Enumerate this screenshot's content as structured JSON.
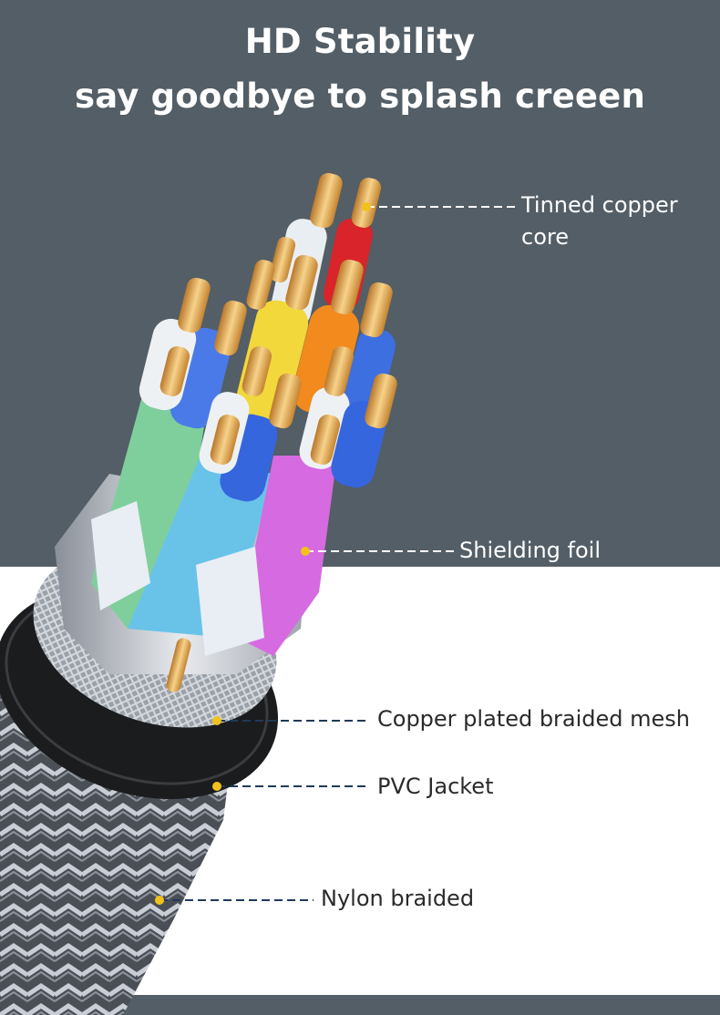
{
  "header": {
    "line1": "HD Stability",
    "line2": "say goodbye to splash creeen"
  },
  "callouts": {
    "tinned_copper_core": "Tinned copper core",
    "shielding_foil": "Shielding foil",
    "copper_braided_mesh": "Copper plated braided mesh",
    "pvc_jacket": "PVC Jacket",
    "nylon_braided": "Nylon braided"
  },
  "colors": {
    "background_top": "#535e66",
    "background_bottom": "#ffffff",
    "marker": "#f2c21b",
    "leader_light": "#ffffff",
    "leader_dark": "#1f3a5a"
  }
}
